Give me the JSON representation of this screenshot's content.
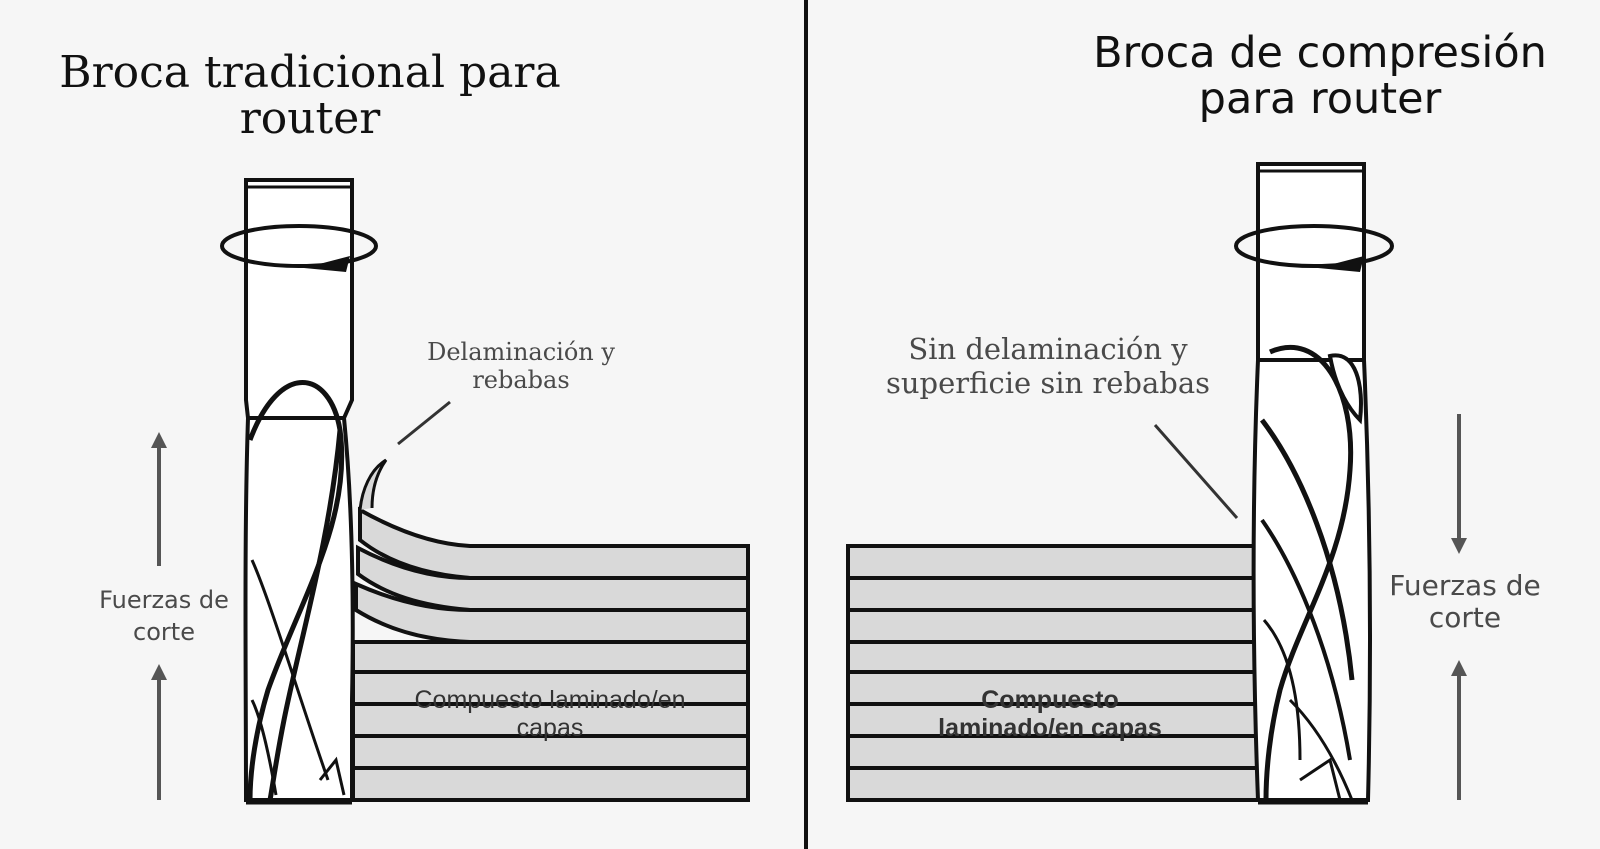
{
  "left_panel": {
    "title_line1": "Broca tradicional para",
    "title_line2": "router",
    "callout_line1": "Delaminación y",
    "callout_line2": "rebabas",
    "forces_line1": "Fuerzas de",
    "forces_line2": "corte",
    "material_line1": "Compuesto laminado/en",
    "material_line2": "capas",
    "force_direction": "up"
  },
  "right_panel": {
    "title_line1": "Broca de compresión",
    "title_line2": "para router",
    "callout_line1": "Sin delaminación y",
    "callout_line2": "superficie sin rebabas",
    "forces_line1": "Fuerzas de",
    "forces_line2": "corte",
    "material_line1": "Compuesto",
    "material_line2": "laminado/en capas",
    "force_direction": "down (top) and up (bottom)"
  },
  "colors": {
    "background": "#f6f6f6",
    "ink": "#111111",
    "layer_fill": "#d9d9d9",
    "arrow": "#555555"
  }
}
